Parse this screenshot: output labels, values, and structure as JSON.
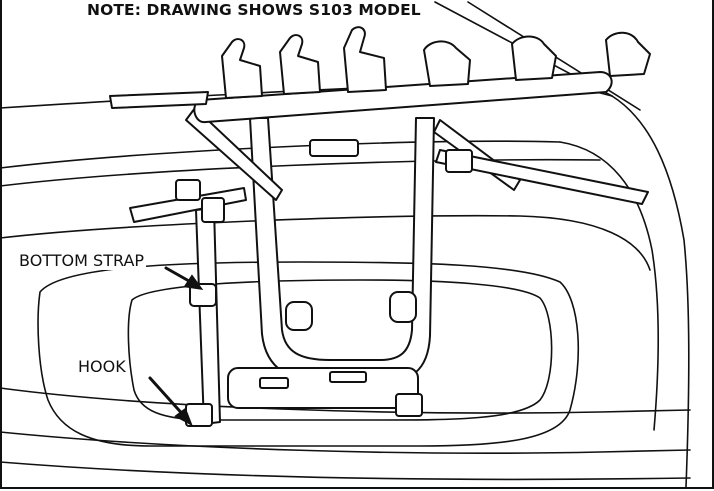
{
  "note": "NOTE: DRAWING SHOWS S103 MODEL",
  "labels": {
    "bottom_strap": "BOTTOM STRAP",
    "hook": "HOOK"
  },
  "colors": {
    "line": "#111111",
    "fill": "#ffffff"
  }
}
